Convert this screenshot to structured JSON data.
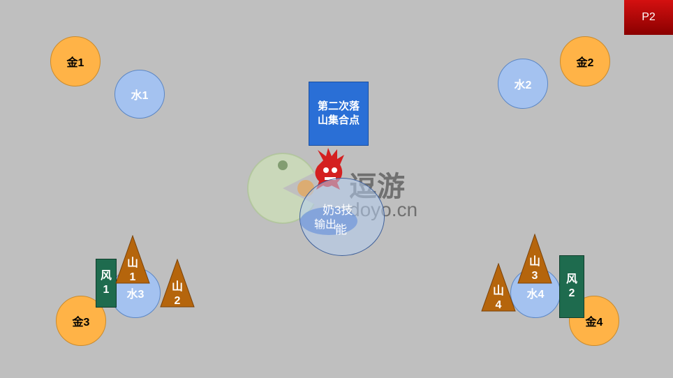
{
  "badge": {
    "label": "P2"
  },
  "rally_point": {
    "label": "第二次落山集合点"
  },
  "gold": [
    "金1",
    "金2",
    "金3",
    "金4"
  ],
  "water": [
    "水1",
    "水2",
    "水3",
    "水4"
  ],
  "wind": [
    {
      "char": "风",
      "num": "1"
    },
    {
      "char": "风",
      "num": "2"
    }
  ],
  "mountains": [
    {
      "char": "山",
      "num": "1"
    },
    {
      "char": "山",
      "num": "2"
    },
    {
      "char": "山",
      "num": "3"
    },
    {
      "char": "山",
      "num": "4"
    }
  ],
  "healer_skill": {
    "label_top": "奶3技",
    "label_bottom": "能",
    "output_label": "输出"
  },
  "watermark": {
    "text_cn": "逗游",
    "text_url": "doyo.cn"
  },
  "colors": {
    "background": "#bfbfbf",
    "gold": "#ffb347",
    "water": "#a4c2f0",
    "wind": "#1e6b4e",
    "mountain": "#b5650c",
    "rally": "#2a6fd6",
    "badge": "#c00000"
  }
}
